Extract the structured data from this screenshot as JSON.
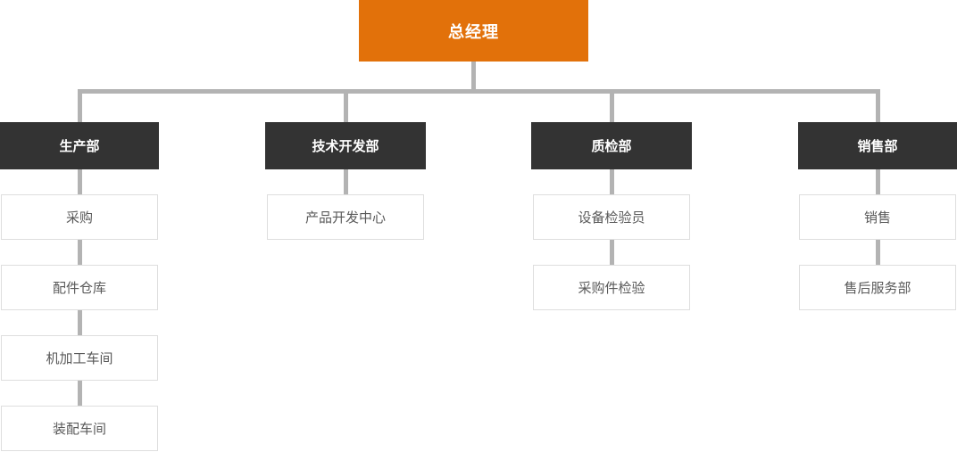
{
  "chart": {
    "type": "org-chart",
    "root": {
      "label": "总经理"
    },
    "departments": [
      {
        "label": "生产部",
        "children": [
          "采购",
          "配件仓库",
          "机加工车间",
          "装配车间"
        ]
      },
      {
        "label": "技术开发部",
        "children": [
          "产品开发中心"
        ]
      },
      {
        "label": "质检部",
        "children": [
          "设备检验员",
          "采购件检验"
        ]
      },
      {
        "label": "销售部",
        "children": [
          "销售",
          "售后服务部"
        ]
      }
    ],
    "colors": {
      "background": "#FFFFFF",
      "root_bg": "#E2710A",
      "root_text": "#FFFFFF",
      "dept_bg": "#333333",
      "dept_text": "#FFFFFF",
      "connector": "#B3B3B3",
      "child_bg": "#FFFFFF",
      "child_border": "#DEDEDE",
      "child_text": "#595959"
    }
  }
}
